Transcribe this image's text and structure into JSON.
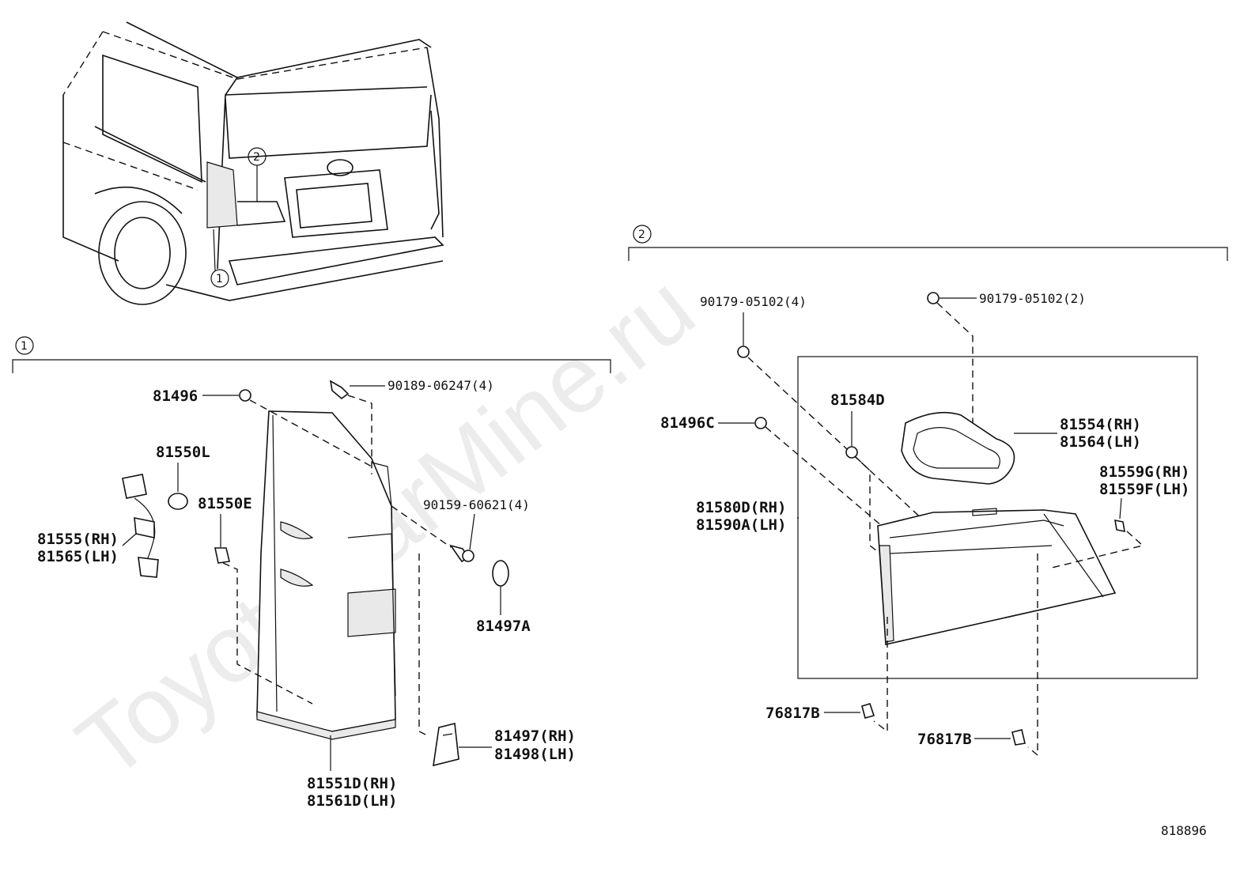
{
  "watermark": "ToyotaCarMine.ru",
  "diagram_id": "818896",
  "callouts": {
    "one": "1",
    "two": "2"
  },
  "section1": {
    "labels": {
      "p81496": "81496",
      "p90189": "90189-06247(4)",
      "p81550L": "81550L",
      "p81550E": "81550E",
      "p81555": "81555(RH)",
      "p81565": "81565(LH)",
      "p90159": "90159-60621(4)",
      "p81497A": "81497A",
      "p81497": "81497(RH)",
      "p81498": "81498(LH)",
      "p81551D": "81551D(RH)",
      "p81561D": "81561D(LH)"
    }
  },
  "section2": {
    "labels": {
      "p90179a": "90179-05102(4)",
      "p90179b": "90179-05102(2)",
      "p81584D": "81584D",
      "p81496C": "81496C",
      "p81554": "81554(RH)",
      "p81564": "81564(LH)",
      "p81559G": "81559G(RH)",
      "p81559F": "81559F(LH)",
      "p81580D": "81580D(RH)",
      "p81590A": "81590A(LH)",
      "p76817B_a": "76817B",
      "p76817B_b": "76817B"
    }
  }
}
